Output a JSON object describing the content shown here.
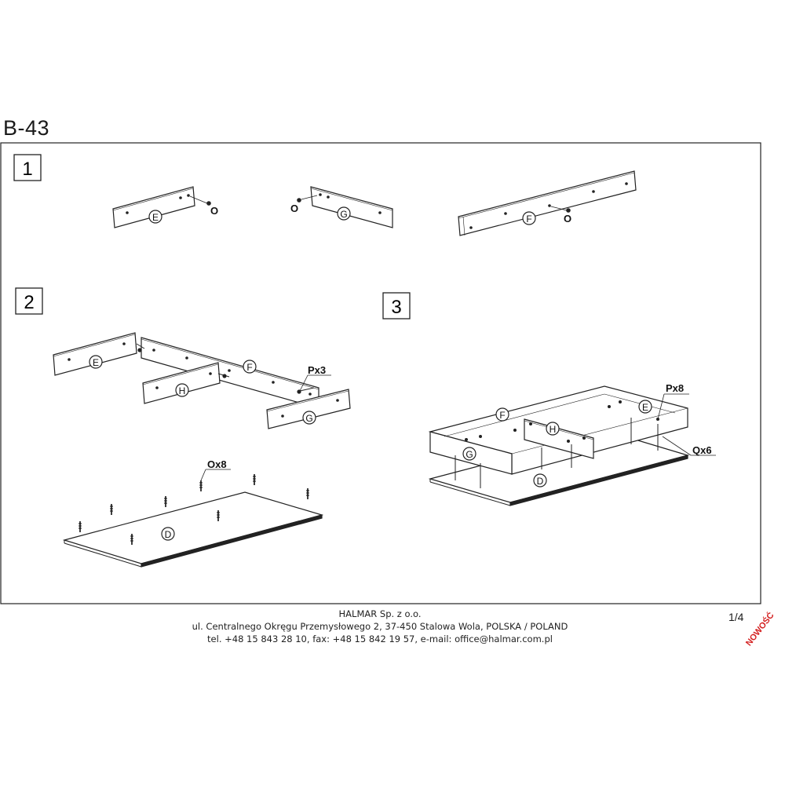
{
  "document": {
    "model": "B-43",
    "page": "1/4",
    "badge": "NOWOŚĆ"
  },
  "steps": [
    {
      "number": "1",
      "parts": [
        "E",
        "G",
        "F"
      ],
      "fasteners": [
        "O",
        "O",
        "O"
      ]
    },
    {
      "number": "2",
      "parts": [
        "E",
        "F",
        "H",
        "G",
        "D"
      ],
      "fasteners": [
        "Px3",
        "Ox8"
      ]
    },
    {
      "number": "3",
      "parts": [
        "F",
        "E",
        "H",
        "G",
        "D"
      ],
      "fasteners": [
        "Px8",
        "Qx6"
      ]
    }
  ],
  "footer": {
    "company": "HALMAR Sp. z o.o.",
    "address": "ul. Centralnego Okręgu Przemysłowego 2, 37-450 Stalowa Wola, POLSKA / POLAND",
    "contact": "tel. +48 15 843 28 10, fax: +48 15 842 19 57, e-mail: office@halmar.com.pl"
  }
}
